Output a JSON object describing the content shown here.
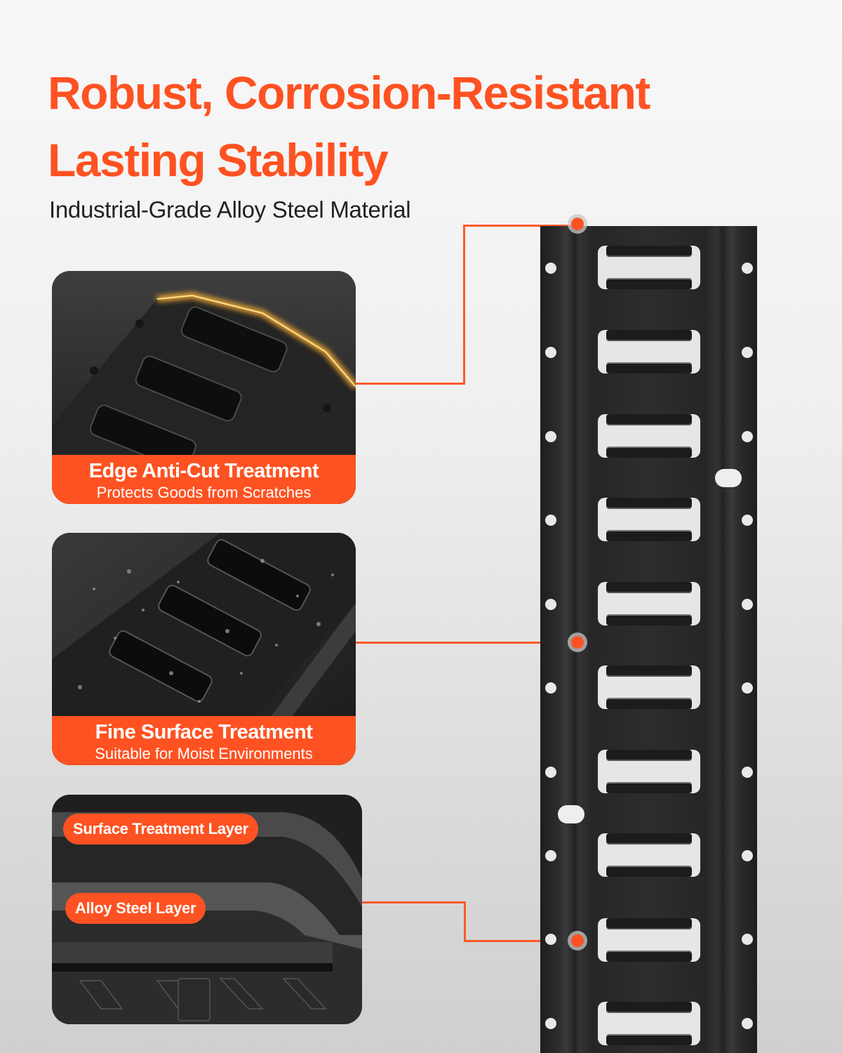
{
  "header": {
    "title_line1": "Robust, Corrosion-Resistant",
    "title_line2": "Lasting Stability",
    "subtitle": "Industrial-Grade Alloy Steel Material"
  },
  "features": [
    {
      "title": "Edge Anti-Cut Treatment",
      "subtitle": "Protects Goods from Scratches",
      "image": "rail-edge-closeup-glow"
    },
    {
      "title": "Fine Surface Treatment",
      "subtitle": "Suitable for Moist Environments",
      "image": "rail-water-droplets"
    },
    {
      "image": "rail-cross-section-layers",
      "layers": [
        "Surface Treatment Layer",
        "Alloy Steel Layer"
      ]
    }
  ],
  "product": {
    "image": "e-track-rail-black",
    "slot_count": 10
  },
  "colors": {
    "accent": "#ff5222",
    "rail": "#2a2a2a",
    "background_top": "#f8f8f8",
    "background_bottom": "#cfcfcf"
  }
}
